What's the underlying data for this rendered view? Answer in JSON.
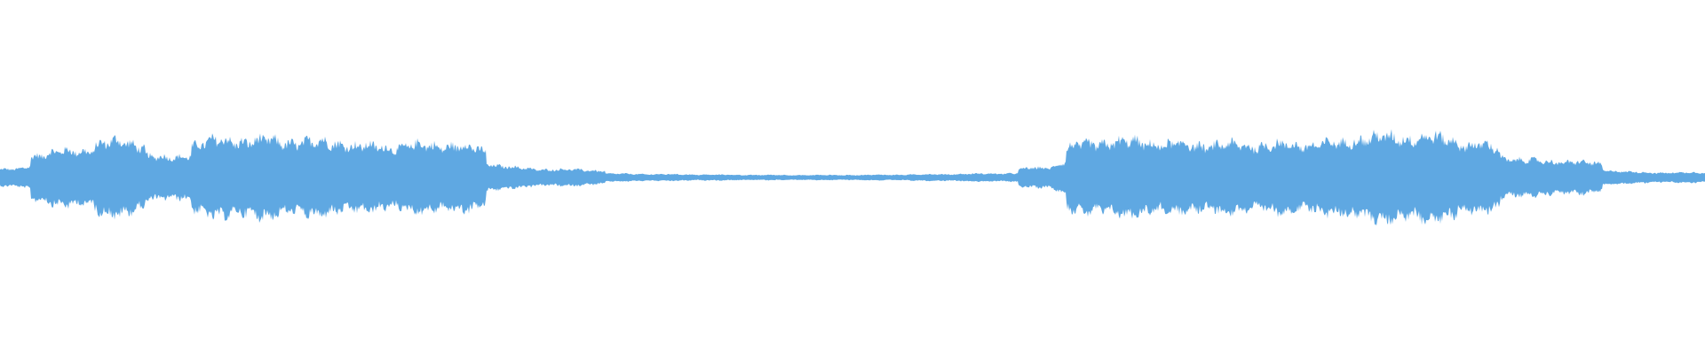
{
  "waveform": {
    "color": "#5fa8e2",
    "background": "#ffffff",
    "baseline_amplitude": 0.015,
    "segments": [
      {
        "start": 0.0,
        "end": 0.018,
        "amplitude": 0.05
      },
      {
        "start": 0.018,
        "end": 0.055,
        "amplitude": 0.16
      },
      {
        "start": 0.055,
        "end": 0.085,
        "amplitude": 0.22
      },
      {
        "start": 0.085,
        "end": 0.112,
        "amplitude": 0.12
      },
      {
        "start": 0.112,
        "end": 0.16,
        "amplitude": 0.23
      },
      {
        "start": 0.16,
        "end": 0.205,
        "amplitude": 0.22
      },
      {
        "start": 0.205,
        "end": 0.24,
        "amplitude": 0.19
      },
      {
        "start": 0.24,
        "end": 0.285,
        "amplitude": 0.2
      },
      {
        "start": 0.285,
        "end": 0.355,
        "amplitude": 0.05
      },
      {
        "start": 0.355,
        "end": 0.597,
        "amplitude": 0.015
      },
      {
        "start": 0.597,
        "end": 0.625,
        "amplitude": 0.06
      },
      {
        "start": 0.625,
        "end": 0.68,
        "amplitude": 0.22
      },
      {
        "start": 0.68,
        "end": 0.79,
        "amplitude": 0.2
      },
      {
        "start": 0.79,
        "end": 0.855,
        "amplitude": 0.25
      },
      {
        "start": 0.855,
        "end": 0.88,
        "amplitude": 0.2
      },
      {
        "start": 0.88,
        "end": 0.94,
        "amplitude": 0.1
      },
      {
        "start": 0.94,
        "end": 1.0,
        "amplitude": 0.03
      }
    ]
  }
}
